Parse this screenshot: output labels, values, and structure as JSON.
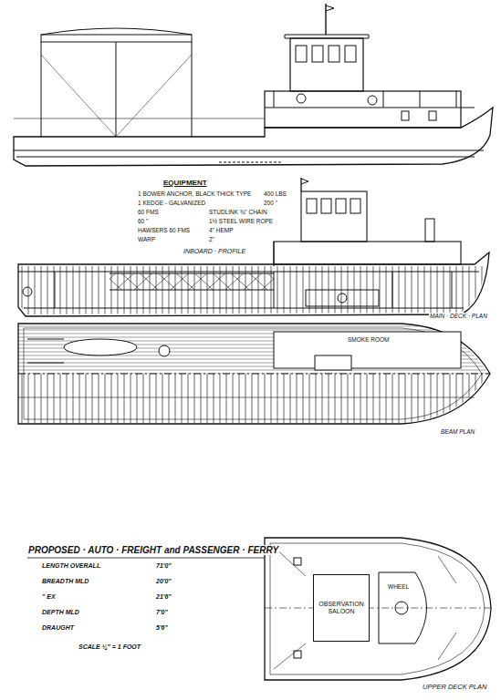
{
  "diagram": {
    "title": "PROPOSED · AUTO · FREIGHT and PASSENGER · FERRY",
    "nodes": [
      {
        "text": [
          "OBSERVATION SALOON"
        ]
      }
    ],
    "labels": [
      "EQUIPMENT",
      "1 BOWER ANCHOR, BLACK THICK TYPE",
      "400 LBS",
      "1 KEDGE - GALVANIZED",
      "200 \"",
      "60 FMS",
      "STUDLINK ¾\" CHAIN",
      "60 \"",
      "1½ STEEL WIRE ROPE",
      "HAWSERS 60 FMS",
      "4\" HEMP",
      "WARP",
      "2\"",
      "INBOARD · PROFILE",
      "SMOKE ROOM",
      "MAIN · DECK · PLAN",
      "BEAM PLAN",
      "LENGTH OVERALL",
      "71'0\"",
      "BREADTH MLD",
      "20'0\"",
      "\" EX",
      "21'6\"",
      "DEPTH MLD",
      "7'0\"",
      "DRAUGHT",
      "5'6\"",
      "SCALE ¼\" = 1 FOOT",
      "WHEEL",
      "UPPER DECK PLAN"
    ]
  }
}
